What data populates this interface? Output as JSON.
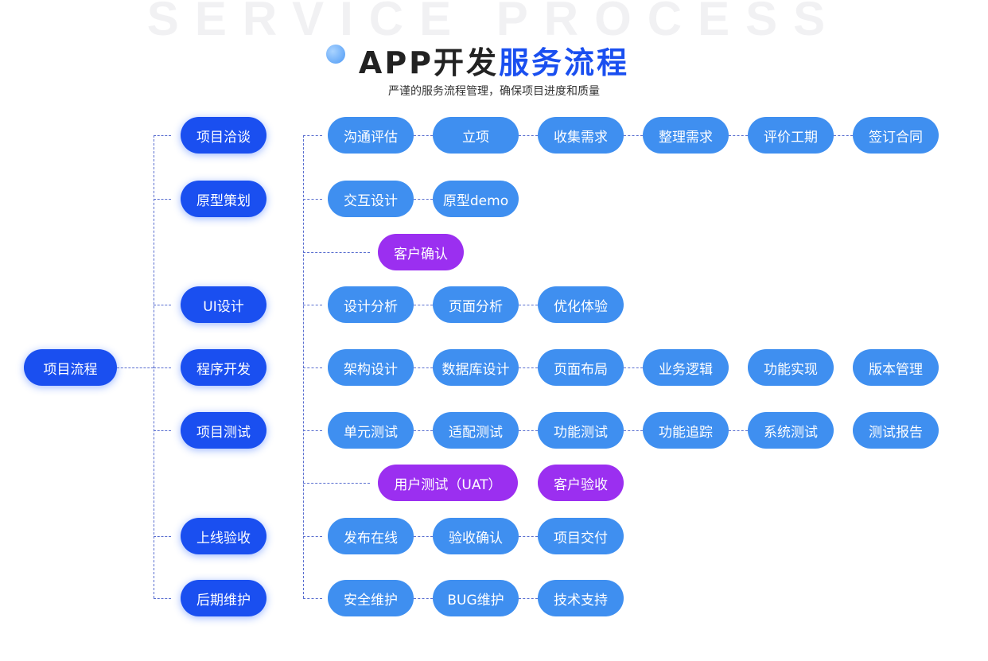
{
  "watermark": "SERVICE PROCESS",
  "title": {
    "dark": "APP开发",
    "blue": "服务流程"
  },
  "subtitle": "严谨的服务流程管理，确保项目进度和质量",
  "colors": {
    "level1": "#1a4ff0",
    "step": "#3f8ff0",
    "confirm": "#9b2ff0"
  },
  "root": "项目流程",
  "stages": [
    "项目洽谈",
    "原型策划",
    "UI设计",
    "程序开发",
    "项目测试",
    "上线验收",
    "后期维护"
  ],
  "rows": [
    {
      "type": "step",
      "items": [
        "沟通评估",
        "立项",
        "收集需求",
        "整理需求",
        "评价工期",
        "签订合同"
      ]
    },
    {
      "type": "step",
      "items": [
        "交互设计",
        "原型demo"
      ]
    },
    {
      "type": "confirm",
      "items": [
        "客户确认"
      ]
    },
    {
      "type": "step",
      "items": [
        "设计分析",
        "页面分析",
        "优化体验"
      ]
    },
    {
      "type": "step",
      "items": [
        "架构设计",
        "数据库设计",
        "页面布局",
        "业务逻辑",
        "功能实现",
        "版本管理"
      ]
    },
    {
      "type": "step",
      "items": [
        "单元测试",
        "适配测试",
        "功能测试",
        "功能追踪",
        "系统测试",
        "测试报告"
      ]
    },
    {
      "type": "confirm",
      "items": [
        "用户测试（UAT）",
        "客户验收"
      ]
    },
    {
      "type": "step",
      "items": [
        "发布在线",
        "验收确认",
        "项目交付"
      ]
    },
    {
      "type": "step",
      "items": [
        "安全维护",
        "BUG维护",
        "技术支持"
      ]
    }
  ]
}
